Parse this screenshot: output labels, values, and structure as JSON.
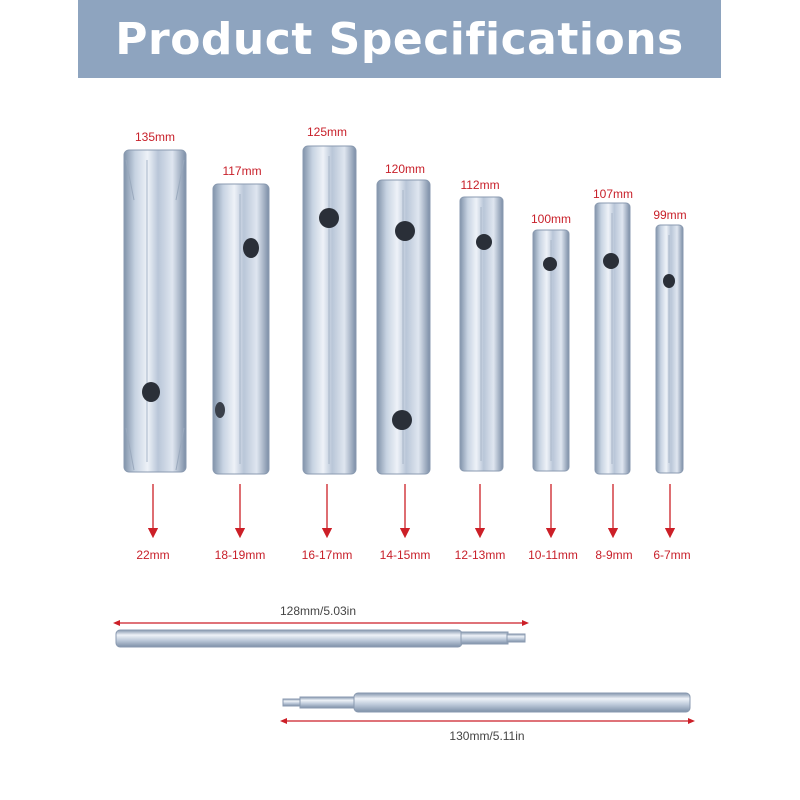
{
  "header": {
    "title": "Product Specifications"
  },
  "colors": {
    "banner": "#8ea4bf",
    "label_red": "#c8202a",
    "arrow_red": "#cc1f27",
    "steel": "#b9c7d9"
  },
  "wrenches": [
    {
      "length": "135mm",
      "size": "22mm"
    },
    {
      "length": "117mm",
      "size": "18-19mm"
    },
    {
      "length": "125mm",
      "size": "16-17mm"
    },
    {
      "length": "120mm",
      "size": "14-15mm"
    },
    {
      "length": "112mm",
      "size": "12-13mm"
    },
    {
      "length": "100mm",
      "size": "10-11mm"
    },
    {
      "length": "107mm",
      "size": "8-9mm"
    },
    {
      "length": "99mm",
      "size": "6-7mm"
    }
  ],
  "bars": [
    {
      "label": "128mm/5.03in"
    },
    {
      "label": "130mm/5.11in"
    }
  ]
}
